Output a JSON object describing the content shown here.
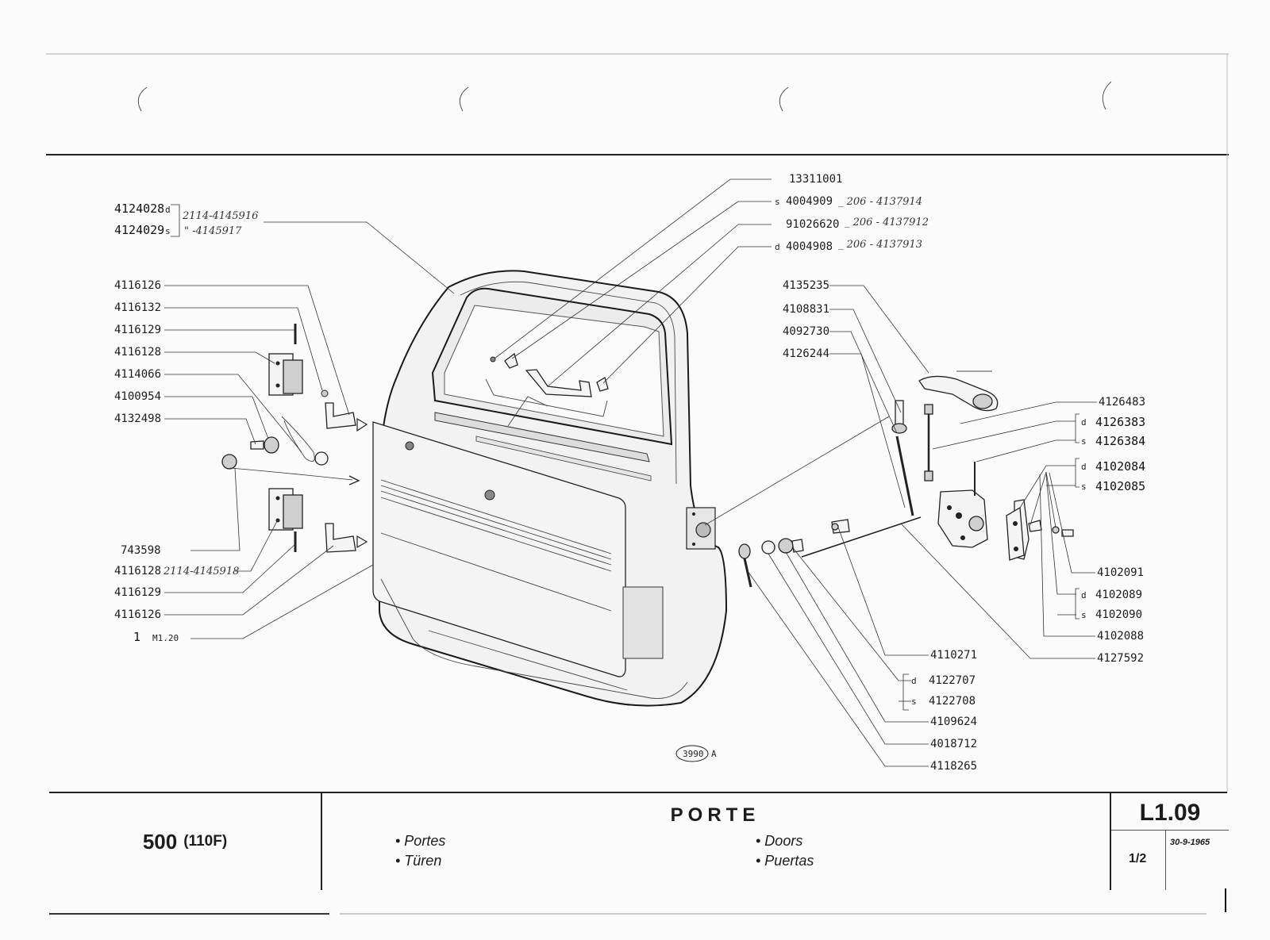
{
  "drawing_ref": "3990",
  "drawing_ref_suffix": "A",
  "left_top_parts": {
    "d_number": "4124028",
    "d_side": "d",
    "d_note": "2114-4145916",
    "s_number": "4124029",
    "s_side": "s",
    "s_note": "\" -4145917"
  },
  "left_parts": [
    "4116126",
    "4116132",
    "4116129",
    "4116128",
    "4114066",
    "4100954",
    "4132498"
  ],
  "left_bottom_parts": [
    "743598",
    "4116128",
    "4116129",
    "4116126"
  ],
  "left_bottom_note": "2114-4145918",
  "left_ref_qty": "1",
  "left_ref_code": "M1.20",
  "top_parts": [
    {
      "side": "",
      "number": "13311001",
      "note": ""
    },
    {
      "side": "s",
      "number": "4004909",
      "note": "_ 206 - 4137914"
    },
    {
      "side": "",
      "number": "91026620",
      "note": "_ 206 - 4137912"
    },
    {
      "side": "d",
      "number": "4004908",
      "note": "_ 206 - 4137913"
    }
  ],
  "mid_parts": [
    "4135235",
    "4108831",
    "4092730",
    "4126244"
  ],
  "right_parts": {
    "p1": "4126483",
    "p2d": "4126383",
    "p2s": "4126384",
    "p3d": "4102084",
    "p3s": "4102085",
    "p4": "4102091",
    "p5d": "4102089",
    "p5s": "4102090",
    "p6": "4102088",
    "p7": "4127592"
  },
  "bottom_parts": {
    "b1": "4110271",
    "b2d": "4122707",
    "b2s": "4122708",
    "b3": "4109624",
    "b4": "4018712",
    "b5": "4118265"
  },
  "side_letters": {
    "d": "d",
    "s": "s"
  },
  "footer": {
    "model": "500",
    "model_code": "(110F)",
    "title": "PORTE",
    "lang_fr": "• Portes",
    "lang_de": "• Türen",
    "lang_en": "• Doors",
    "lang_es": "• Puertas",
    "code": "L1.09",
    "date": "30-9-1965",
    "sheet": "1/2"
  },
  "colors": {
    "ink": "#1c1c1c",
    "paper": "#fbfbfb",
    "part_fill": "#f4f4f4"
  }
}
